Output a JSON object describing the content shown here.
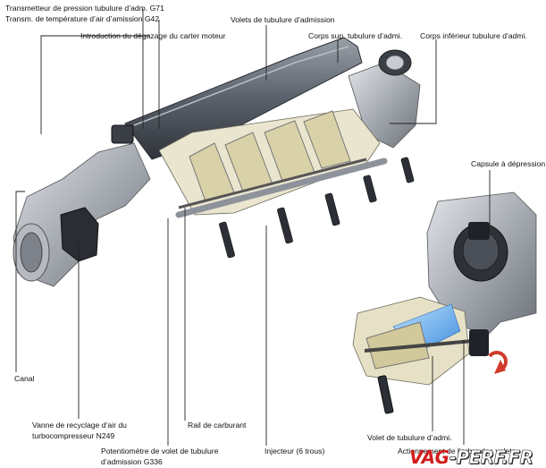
{
  "labels": {
    "pressure_sensor": "Transmetteur de pression tubulure d’adm. G71",
    "temp_sensor": "Transm. de température d’air d’amission G42",
    "crankcase_vent": "Introduction du dégazage du carter moteur",
    "manifold_flaps": "Volets de tubulure d’admission",
    "upper_body": "Corps sup. tubulure d’admi.",
    "lower_body": "Corps inférieur tubulure d’admi.",
    "vacuum_capsule": "Capsule à dépression",
    "canal": "Canal",
    "recirc_valve_l1": "Vanne de recyclage d’air du",
    "recirc_valve_l2": "turbocompresseur N249",
    "fuel_rail": "Rail de carburant",
    "flap_pot_l1": "Potentiomètre de volet de tubulure",
    "flap_pot_l2": "d’admission G336",
    "injector": "Injecteur (6 trous)",
    "flap_detail": "Volet de tubulure d’admi.",
    "shaft_actuation": "Actionnement de l’arbre des volets"
  },
  "logo": {
    "part1": "VAG",
    "part2": "-PERF.FR"
  },
  "colors": {
    "leader": "#2a2a2a",
    "metal_dark": "#4a4f58",
    "metal_light": "#c8ccd2",
    "flap_cream": "#eee8c8",
    "arrow_red": "#d03a2a",
    "air_blue": "#5aa6e6"
  }
}
